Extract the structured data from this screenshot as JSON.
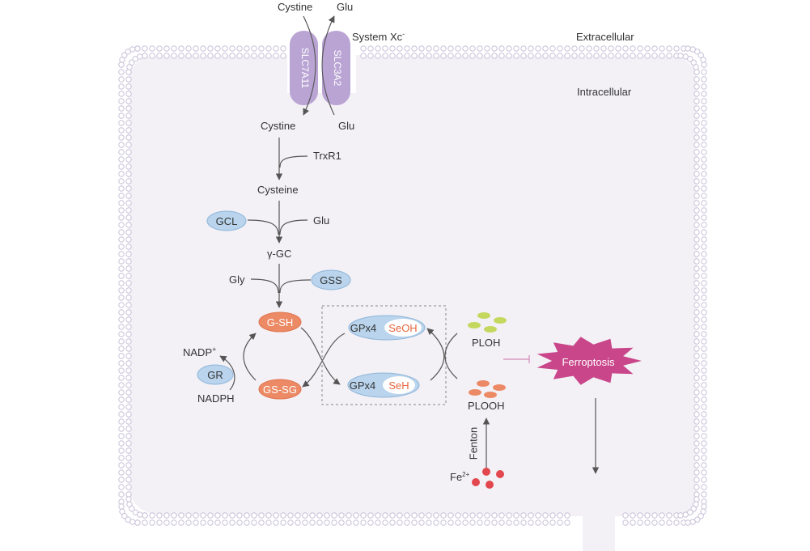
{
  "colors": {
    "membrane_fill": "#f3f1f6",
    "membrane_lipid": "#c9c2d9",
    "transporter": "#b9a4d4",
    "enzyme_blue": "#b9d4ec",
    "orange": "#ec8a66",
    "ferroptosis": "#c9468a",
    "green_dots": "#c5d85e",
    "red_dots": "#e2474e",
    "text": "#333333",
    "arrow": "#555555"
  },
  "regions": {
    "extracellular": "Extracellular",
    "intracellular": "Intracellular"
  },
  "transporter": {
    "system_label": "System Xc",
    "system_sup": "-",
    "slc7a11": "SLC7A11",
    "slc3a2": "SLC3A2",
    "top_cystine": "Cystine",
    "top_glu": "Glu",
    "inner_cystine": "Cystine",
    "inner_glu": "Glu"
  },
  "pathway": {
    "trxr1": "TrxR1",
    "cysteine": "Cysteine",
    "gcl": "GCL",
    "glu": "Glu",
    "gamma_gc": "γ-GC",
    "gly": "Gly",
    "gss": "GSS",
    "gsh": "G-SH",
    "gssg": "GS-SG",
    "gr": "GR",
    "nadp": "NADP",
    "nadp_sup": "+",
    "nadph": "NADPH",
    "gpx4_top": "GPx4",
    "seoh": "SeOH",
    "gpx4_bottom": "GPx4",
    "seh": "SeH",
    "ploh": "PLOH",
    "plooh": "PLOOH",
    "fenton": "Fenton",
    "fe": "Fe",
    "fe_sup": "2+",
    "ferroptosis": "Ferroptosis"
  }
}
